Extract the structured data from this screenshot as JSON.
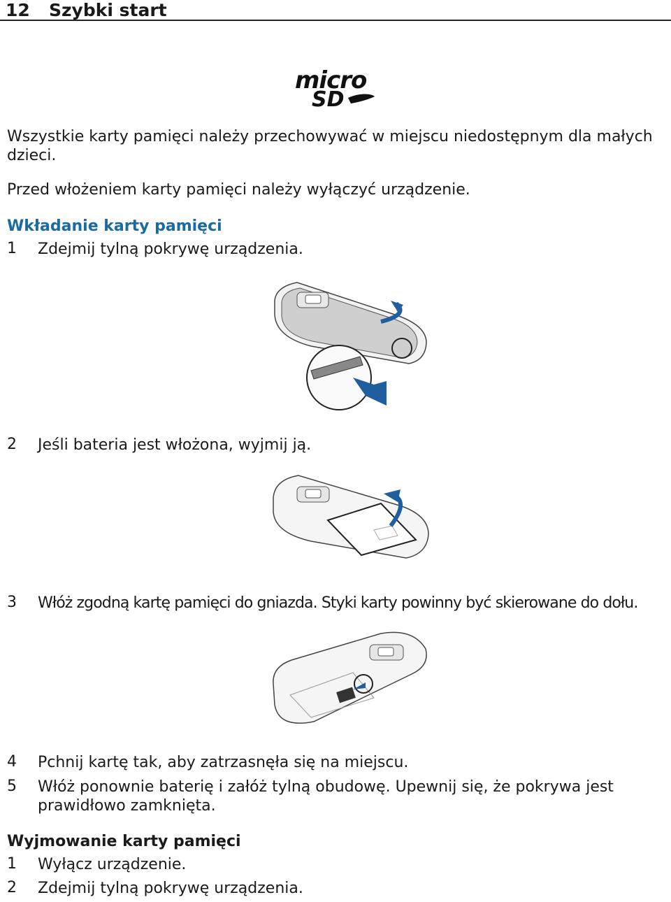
{
  "header": {
    "page_number": "12",
    "section": "Szybki start"
  },
  "logo": {
    "text": "microSD"
  },
  "paragraphs": {
    "children_warning": "Wszystkie karty pamięci należy przechowywać w miejscu niedostępnym dla małych dzieci.",
    "switch_off": "Przed włożeniem karty pamięci należy wyłączyć urządzenie."
  },
  "insert_section": {
    "title": "Wkładanie karty pamięci",
    "steps": [
      {
        "num": "1",
        "text": "Zdejmij tylną pokrywę urządzenia."
      },
      {
        "num": "2",
        "text": "Jeśli bateria jest włożona, wyjmij ją."
      },
      {
        "num": "3",
        "text": "Włóż zgodną kartę pamięci do gniazda. Styki karty powinny być skierowane do dołu."
      },
      {
        "num": "4",
        "text": "Pchnij kartę tak, aby zatrzasnęła się na miejscu."
      },
      {
        "num": "5",
        "text": "Włóż ponownie baterię i załóż tylną obudowę. Upewnij się, że pokrywa jest prawidłowo zamknięta."
      }
    ]
  },
  "remove_section": {
    "title": "Wyjmowanie karty pamięci",
    "steps": [
      {
        "num": "1",
        "text": "Wyłącz urządzenie."
      },
      {
        "num": "2",
        "text": "Zdejmij tylną pokrywę urządzenia."
      }
    ]
  },
  "colors": {
    "accent": "#1b6aa0",
    "arrow": "#1f5fa0",
    "text": "#1a1a1a"
  }
}
